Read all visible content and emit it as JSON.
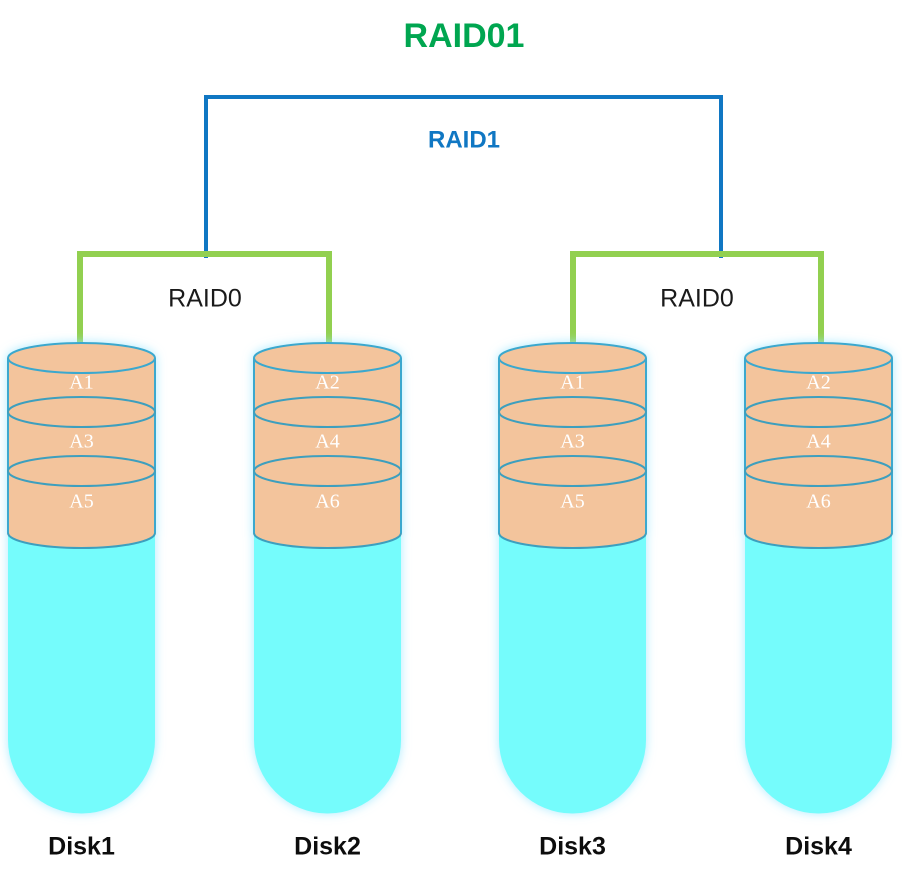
{
  "diagram": {
    "title": "RAID01",
    "title_color": "#00A650",
    "background_color": "#ffffff",
    "mirror_group": {
      "label": "RAID1",
      "color": "#1077C3"
    },
    "stripe_groups": [
      {
        "label": "RAID0",
        "color": "#000000",
        "position": "left"
      },
      {
        "label": "RAID0",
        "color": "#000000",
        "position": "right"
      }
    ],
    "connector_colors": {
      "mirror": "#1077C3",
      "stripe": "#92D050"
    },
    "disk_colors": {
      "block_fill": "#F3C49C",
      "body_fill": "#75FCFC",
      "outline": "#3BA8CE",
      "block_text": "#ffffff"
    },
    "disks": [
      {
        "name": "Disk1",
        "blocks": [
          "A1",
          "A3",
          "A5"
        ]
      },
      {
        "name": "Disk2",
        "blocks": [
          "A2",
          "A4",
          "A6"
        ]
      },
      {
        "name": "Disk3",
        "blocks": [
          "A1",
          "A3",
          "A5"
        ]
      },
      {
        "name": "Disk4",
        "blocks": [
          "A2",
          "A4",
          "A6"
        ]
      }
    ]
  },
  "chart_data": {
    "type": "diagram",
    "title": "RAID01",
    "description": "RAID 0+1 topology: a top-level RAID1 mirror over two RAID0 stripe sets, each stripe set containing two disks.",
    "levels": [
      {
        "level": 0,
        "label": "RAID1",
        "children": [
          "RAID0-left",
          "RAID0-right"
        ]
      },
      {
        "level": 1,
        "label": "RAID0",
        "id": "RAID0-left",
        "children": [
          "Disk1",
          "Disk2"
        ]
      },
      {
        "level": 1,
        "label": "RAID0",
        "id": "RAID0-right",
        "children": [
          "Disk3",
          "Disk4"
        ]
      }
    ],
    "leaves": [
      {
        "name": "Disk1",
        "blocks": [
          "A1",
          "A3",
          "A5"
        ]
      },
      {
        "name": "Disk2",
        "blocks": [
          "A2",
          "A4",
          "A6"
        ]
      },
      {
        "name": "Disk3",
        "blocks": [
          "A1",
          "A3",
          "A5"
        ]
      },
      {
        "name": "Disk4",
        "blocks": [
          "A2",
          "A4",
          "A6"
        ]
      }
    ]
  }
}
